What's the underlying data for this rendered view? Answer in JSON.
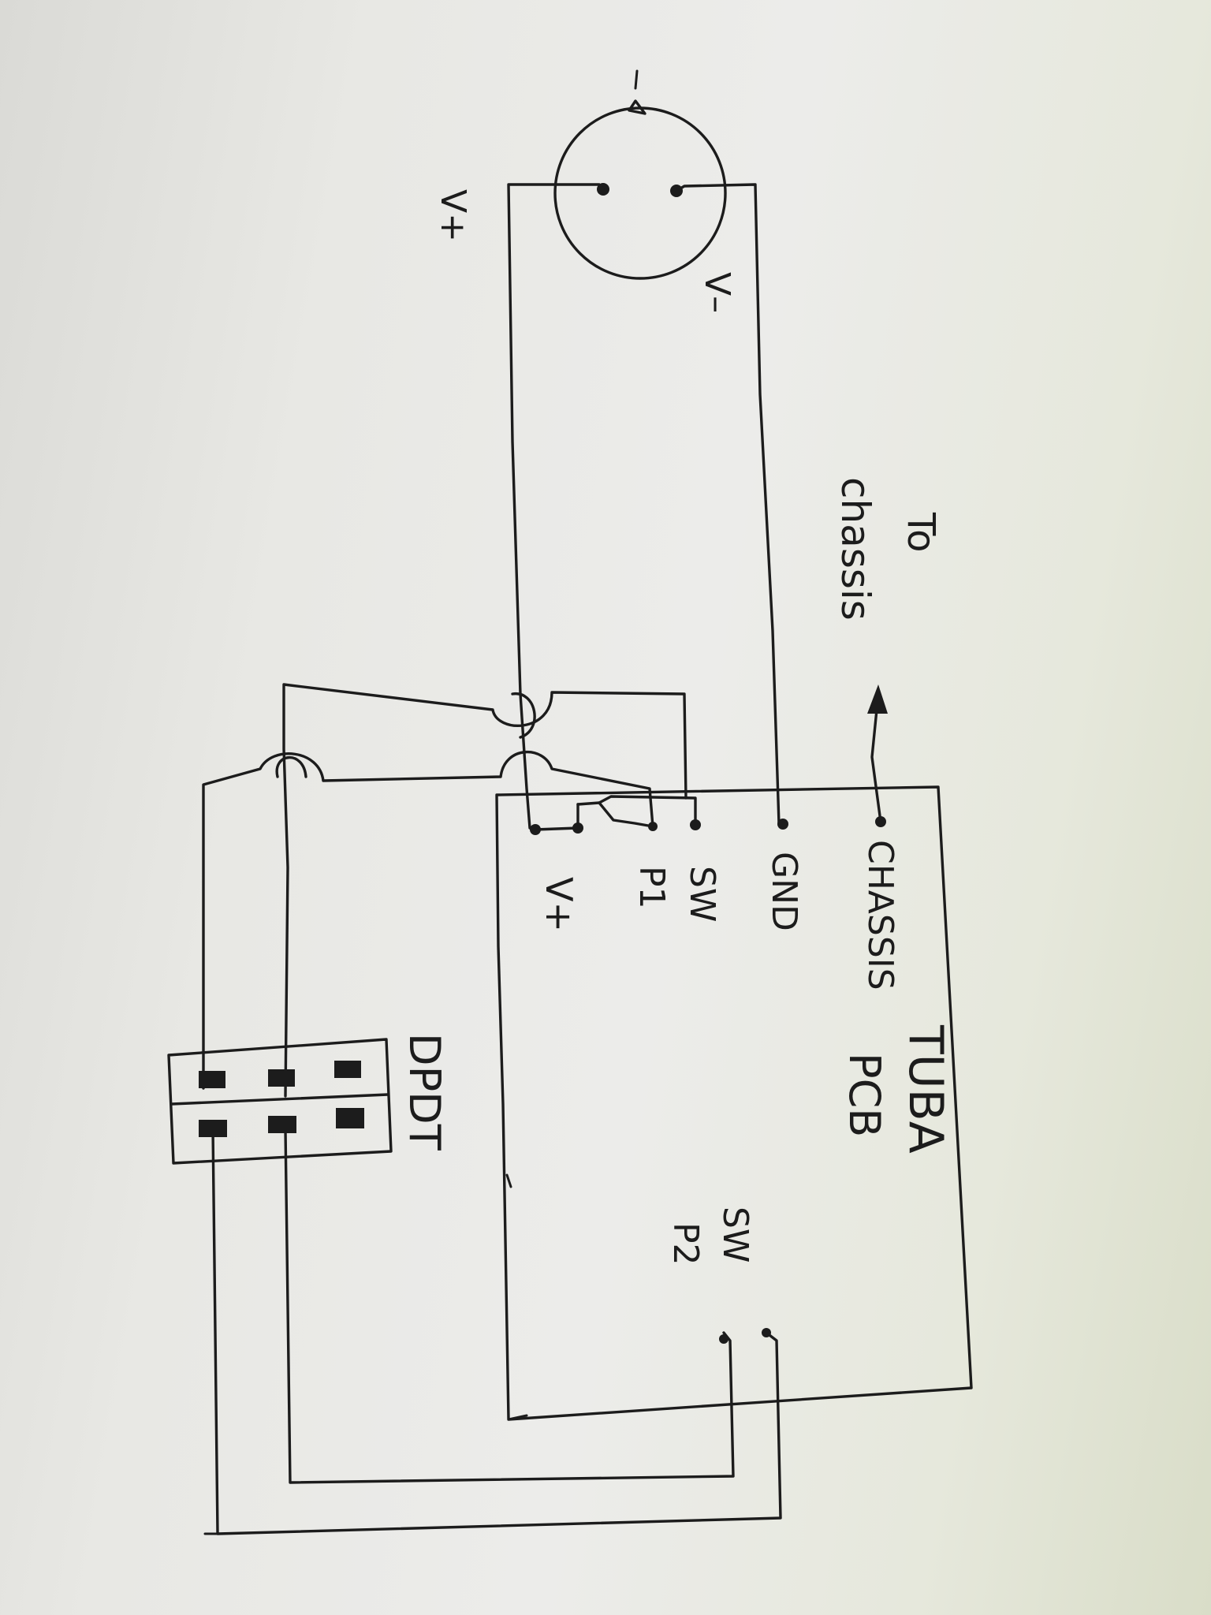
{
  "labels": {
    "jack_v_plus": "V+",
    "jack_v_minus": "V–",
    "to_chassis_line1": "To",
    "to_chassis_line2": "chassis",
    "pin_vplus": "V+",
    "pin_sw_p1_line1": "SW",
    "pin_sw_p1_line2": "P1",
    "pin_gnd": "GND",
    "pin_chassis": "CHASSIS",
    "board_line1": "TUBA",
    "board_line2": "PCB",
    "switch_label": "DPDT",
    "pin_sw_p2_line1": "SW",
    "pin_sw_p2_line2": "P2"
  },
  "colors": {
    "ink": "#1c1c1c",
    "paper": "#e8e8e4"
  }
}
